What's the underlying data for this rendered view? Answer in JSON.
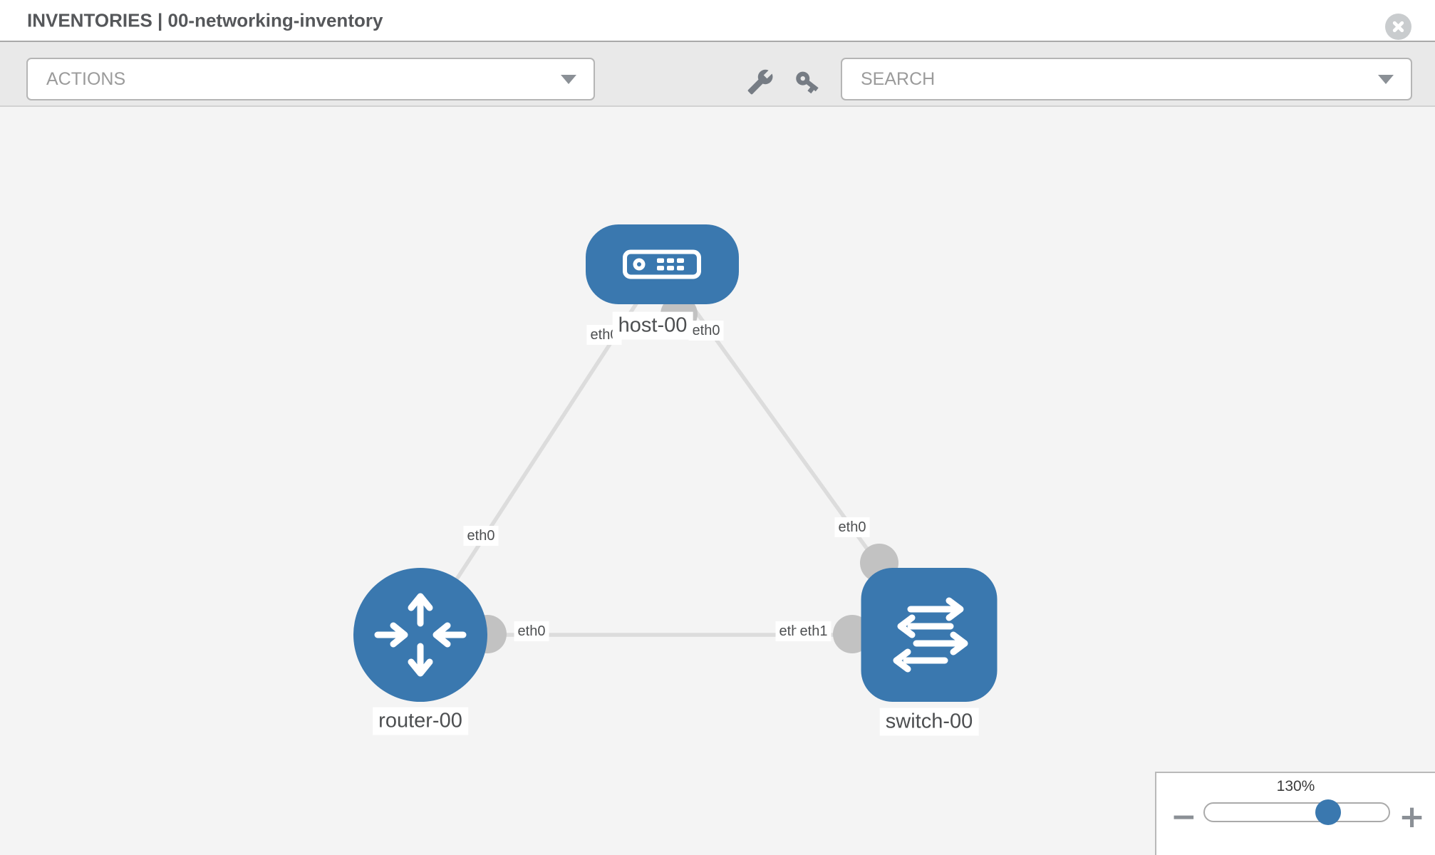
{
  "header": {
    "title": "INVENTORIES | 00-networking-inventory"
  },
  "toolbar": {
    "actions_label": "ACTIONS",
    "search_label": "SEARCH",
    "icons": [
      "wrench-icon",
      "key-icon"
    ]
  },
  "topology": {
    "nodes": [
      {
        "id": "host-00",
        "type": "host",
        "label": "host-00"
      },
      {
        "id": "router-00",
        "type": "router",
        "label": "router-00"
      },
      {
        "id": "switch-00",
        "type": "switch",
        "label": "switch-00"
      }
    ],
    "links": [
      {
        "from": "host-00",
        "from_interface": "eth0",
        "to": "router-00",
        "to_interface": "eth0"
      },
      {
        "from": "host-00",
        "from_interface": "eth0",
        "to": "switch-00",
        "to_interface": "eth0"
      },
      {
        "from": "router-00",
        "from_interface": "eth0",
        "to": "switch-00",
        "to_interface": "eth1"
      }
    ],
    "interface_labels": {
      "host_router_host": "eth0",
      "host_router_router": "eth0",
      "host_switch_host": "eth0",
      "host_switch_switch": "eth0",
      "router_switch_router": "eth0",
      "router_switch_switch_back": "eth0",
      "router_switch_switch_front": "eth1"
    }
  },
  "zoom_control": {
    "level": "130%",
    "percent": 130,
    "minus_label": "−",
    "plus_label": "+"
  },
  "colors": {
    "node_blue": "#3a78af",
    "link_gray": "#dcdcdc",
    "port_gray": "#c2c2c2",
    "toolbar_bg": "#e9e9e9",
    "canvas_bg": "#f4f4f4",
    "icon_gray": "#767c84",
    "muted_text": "#9b9b9b",
    "label_text": "#4d4f51",
    "title_text": "#55575a"
  }
}
